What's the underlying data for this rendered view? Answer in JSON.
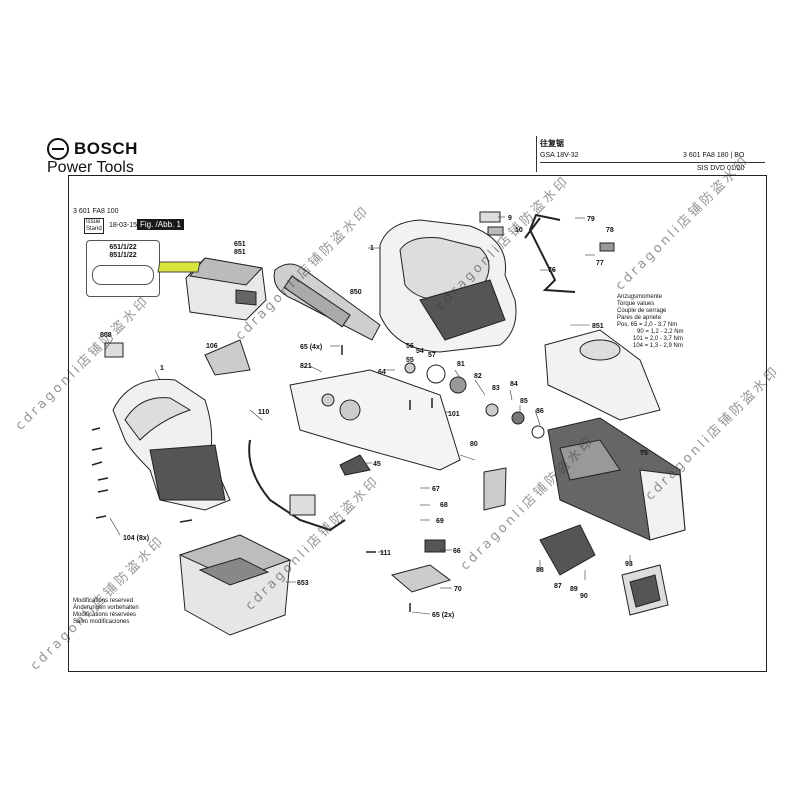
{
  "header": {
    "brand": "BOSCH",
    "subtitle": "Power Tools",
    "product_cn": "往复锯",
    "model": "GSA 18V-32",
    "part_number": "3 601 FA8 180 | BO",
    "dvd": "SIS DVD 01/20"
  },
  "info": {
    "fig_number": "3 601 FA8 100",
    "issue_label_1": "Issue",
    "issue_label_2": "Stand",
    "issue_date": "18-03-15",
    "fig_label": "Fig. /Abb. 1"
  },
  "torque": {
    "lines": [
      "Anzugsmomente",
      "Torque values",
      "Couple de serrage",
      "Pares de apriete",
      "Pos.  65 = 2,0 - 3,7 Nm",
      "90 = 1,2 - 2,2 Nm",
      "101 = 2,0 - 3,7 Nm",
      "104 = 1,3 - 2,9 Nm"
    ]
  },
  "battery_ref": {
    "line1": "651/1/22",
    "line2": "851/1/22"
  },
  "footer": {
    "lines": [
      "Modifications reserved",
      "Änderungen vorbehalten",
      "Modifications réservées",
      "Salvo modificaciones"
    ]
  },
  "callouts": [
    "9",
    "10",
    "79",
    "78",
    "77",
    "76",
    "1",
    "651",
    "851",
    "850",
    "808",
    "106",
    "65 (4x)",
    "56",
    "54",
    "57",
    "55",
    "81",
    "64",
    "82",
    "84",
    "83",
    "85",
    "86",
    "821",
    "1",
    "101",
    "110",
    "80",
    "45",
    "75",
    "67",
    "68",
    "69",
    "66",
    "104 (8x)",
    "111",
    "653",
    "70",
    "65 (2x)",
    "88",
    "87",
    "89",
    "90",
    "93",
    "851"
  ],
  "watermark": "cdragonli店铺防盗水印"
}
